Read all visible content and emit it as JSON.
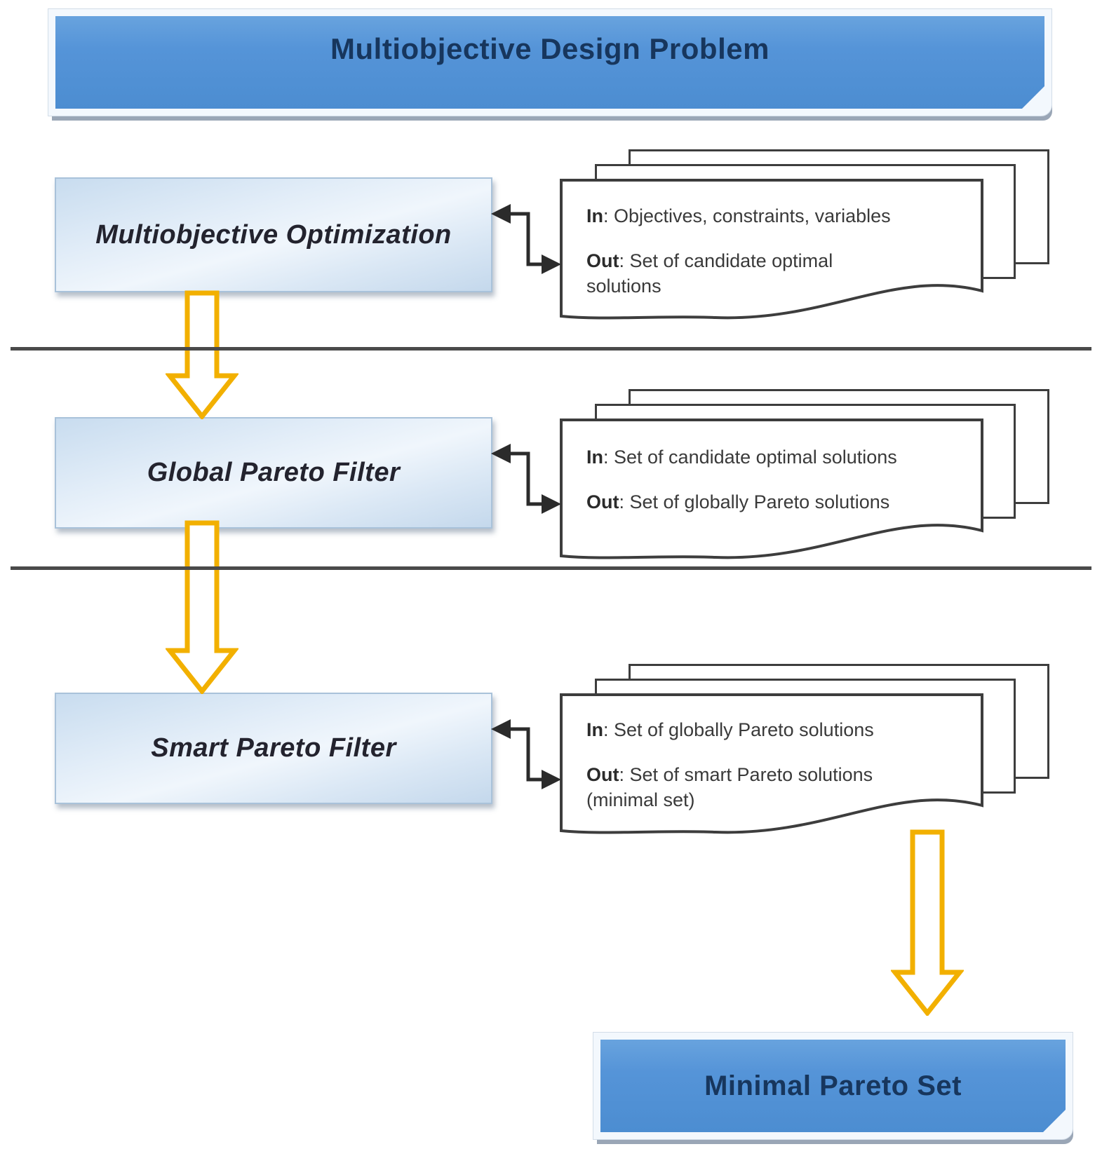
{
  "title_bar": {
    "label": "Multiobjective Design Problem"
  },
  "stages": [
    {
      "name": "Multiobjective Optimization",
      "doc": {
        "in_label": "In",
        "in_rest": ": Objectives, constraints, variables",
        "out_label": "Out",
        "out_rest": ": Set of candidate optimal",
        "out_line2": "solutions"
      }
    },
    {
      "name": "Global Pareto Filter",
      "doc": {
        "in_label": "In",
        "in_rest": ": Set of candidate optimal solutions",
        "out_label": "Out",
        "out_rest": ": Set of globally Pareto solutions",
        "out_line2": ""
      }
    },
    {
      "name": "Smart Pareto Filter",
      "doc": {
        "in_label": "In",
        "in_rest": ": Set of globally Pareto solutions",
        "out_label": "Out",
        "out_rest": ": Set of smart Pareto solutions",
        "out_line2": "(minimal set)"
      }
    }
  ],
  "final_box": {
    "label": "Minimal Pareto Set"
  },
  "colors": {
    "title_blue": "#5594d8",
    "title_text": "#17365d",
    "process_fill_light": "#eef4fb",
    "process_border": "#a9c2da",
    "arrow_gold": "#f2b000",
    "doc_border": "#3d3d3d",
    "divider_gray": "#4a4a4a"
  }
}
